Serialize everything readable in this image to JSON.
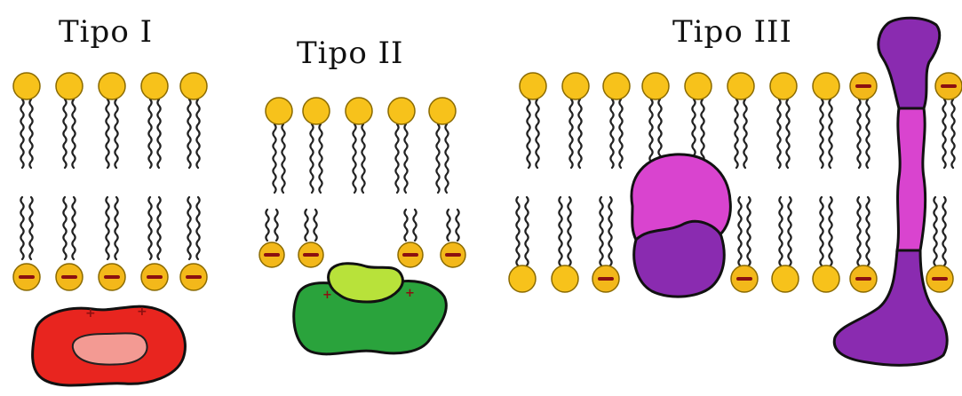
{
  "panels": [
    {
      "id": "tipo-1",
      "title": "Tipo I"
    },
    {
      "id": "tipo-2",
      "title": "Tipo II"
    },
    {
      "id": "tipo-3",
      "title": "Tipo III"
    }
  ],
  "colors": {
    "lipid_head": "#f7c21b",
    "negative_mark": "#8b1010",
    "protein_type1_outer": "#e8251f",
    "protein_type1_inner": "#f39a93",
    "protein_type2_body": "#2aa33c",
    "protein_type2_top": "#b8e23a",
    "protein_type3_light": "#d944cf",
    "protein_type3_dark": "#8a2bb0"
  },
  "icons": [
    "negative-charge-icon",
    "positive-charge-icon"
  ]
}
